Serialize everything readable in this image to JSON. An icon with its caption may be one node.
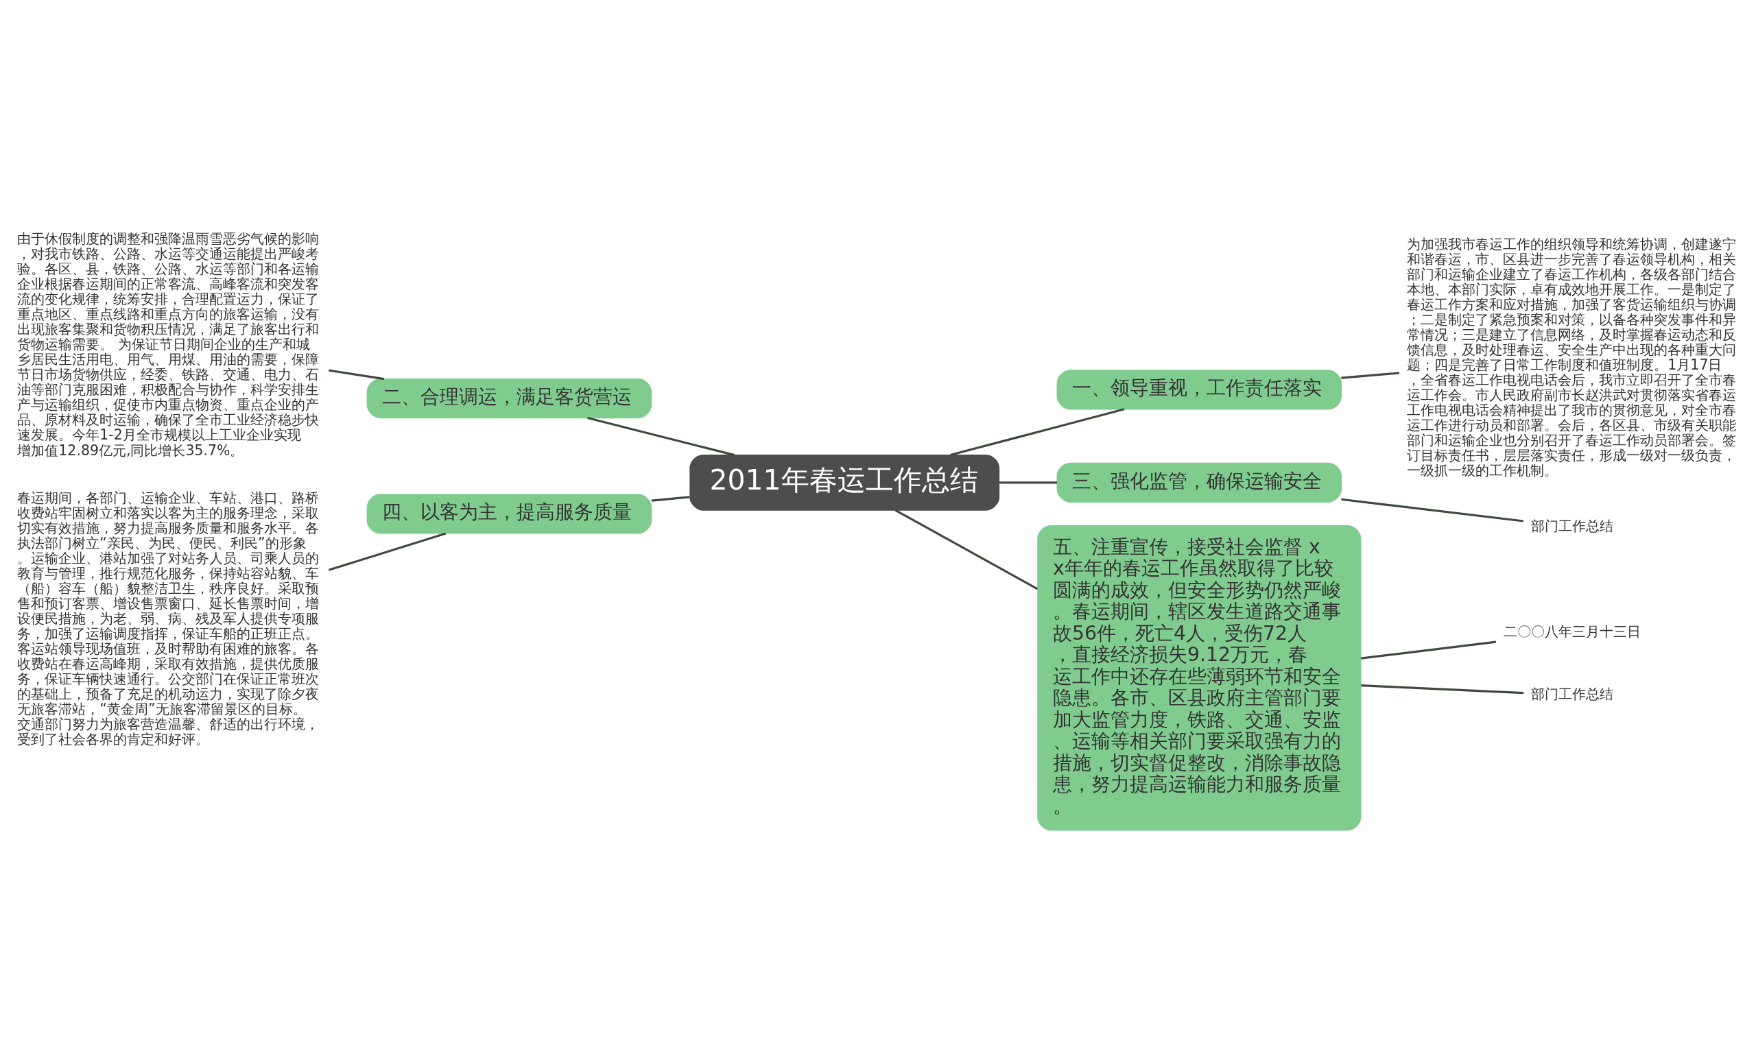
{
  "diagram": {
    "nodes": [
      {
        "text": [
          "2011年春运工作总结"
        ]
      },
      {
        "text": [
          "一、领导重视，工作责任落实"
        ]
      },
      {
        "text": [
          "为加强我市春运工作的组织领导和统筹协调，创建遂宁和谐春运，市、区县进一步完善了春运领导机构，相关部门和运输企业建立了春运工作机构，各级各部门结合本地、本部门实际，卓有成效地开展工作。一是制定了春运工作方案和应对措施，加强了客货运输组织与协调；二是制定了紧急预案和对策，以备各种突发事件和异常情况；三是建立了信息网络，及时掌握春运动态和反馈信息，及时处理春运、安全生产中出现的各种重大问题；四是完善了日常工作制度和值班制度。1月17日，全省春运工作电视电话会后，我市立即召开了全市春运工作会。市人民政府副市长赵洪武对贯彻落实省春运工作电视电话会精神提出了我市的贯彻意见，对全市春运工作进行动员和部署。会后，各区县、市级有关职能部门和运输企业也分别召开了春运工作动员部署会。签订目标责任书，层层落实责任，形成一级对一级负责，一级抓一级的工作机制。"
        ]
      },
      {
        "text": [
          "二、合理调运，满足客货营运"
        ]
      },
      {
        "text": [
          "由于休假制度的调整和强降温雨雪恶劣气候的影响，对我市铁路、公路、水运等交通运能提出严峻考验。各区、县，铁路、公路、水运等部门和各运输企业根据春运期间的正常客流、高峰客流和突发客流的变化规律，统筹安排，合理配置运力，保证了重点地区、重点线路和重点方向的旅客运输，没有出现旅客集聚和货物积压情况，满足了旅客出行和货物运输需要。 为保证节日期间企业的生产和城乡居民生活用电、用气、用煤、用油的需要，保障节日市场货物供应，经委、铁路、交通、电力、石油等部门克服困难，积极配合与协作，科学安排生产与运输组织，促使市内重点物资、重点企业的产品、原材料及时运输，确保了全市工业经济稳步快速发展。今年1-2月全市规模以上工业企业实现增加值12.89亿元,同比增长35.7%。"
        ]
      },
      {
        "text": [
          "三、强化监管，确保运输安全"
        ]
      },
      {
        "text": [
          "部门工作总结"
        ]
      },
      {
        "text": [
          "四、以客为主，提高服务质量"
        ]
      },
      {
        "text": [
          "春运期间，各部门、运输企业、车站、港口、路桥收费站牢固树立和落实以客为主的服务理念，采取切实有效措施，努力提高服务质量和服务水平。各执法部门树立“亲民、为民、便民、利民”的形象。运输企业、港站加强了对站务人员、司乘人员的教育与管理，推行规范化服务，保持站容站貌、车（船）容车（船）貌整洁卫生，秩序良好。采取预售和预订客票、增设售票窗口、延长售票时间，增设便民措施，为老、弱、病、残及军人提供专项服务，加强了运输调度指挥，保证车船的正班正点。客运站领导现场值班，及时帮助有困难的旅客。各收费站在春运高峰期，采取有效措施，提供优质服务，保证车辆快速通行。公交部门在保证正常班次的基础上，预备了充足的机动运力，实现了除夕夜无旅客滞站，“黄金周”无旅客滞留景区的目标。交通部门努力为旅客营造温馨、舒适的出行环境，受到了社会各界的肯定和好评。"
        ]
      },
      {
        "text": [
          "五、注重宣传，接受社会监督 xx年年的春运工作虽然取得了比较圆满的成效，但安全形势仍然严峻。春运期间，辖区发生道路交通事故56件，死亡4人，受伤72人，直接经济损失9.12万元，春运工作中还存在些薄弱环节和安全隐患。各市、区县政府主管部门要加大监管力度，铁路、交通、安监、运输等相关部门要采取强有力的措施，切实督促整改，消除事故隐患，努力提高运输能力和服务质量。"
        ]
      },
      {
        "text": [
          "二〇〇八年三月十三日"
        ]
      },
      {
        "text": [
          "部门工作总结"
        ]
      }
    ],
    "edges": [
      {
        "from": 0,
        "to": 1,
        "arrow": "none"
      },
      {
        "from": 1,
        "to": 2,
        "arrow": "none"
      },
      {
        "from": 0,
        "to": 3,
        "arrow": "none"
      },
      {
        "from": 3,
        "to": 4,
        "arrow": "none"
      },
      {
        "from": 0,
        "to": 5,
        "arrow": "none"
      },
      {
        "from": 5,
        "to": 6,
        "arrow": "none"
      },
      {
        "from": 0,
        "to": 7,
        "arrow": "none"
      },
      {
        "from": 7,
        "to": 8,
        "arrow": "none"
      },
      {
        "from": 0,
        "to": 9,
        "arrow": "none"
      },
      {
        "from": 9,
        "to": 10,
        "arrow": "none"
      },
      {
        "from": 9,
        "to": 11,
        "arrow": "none"
      }
    ]
  }
}
